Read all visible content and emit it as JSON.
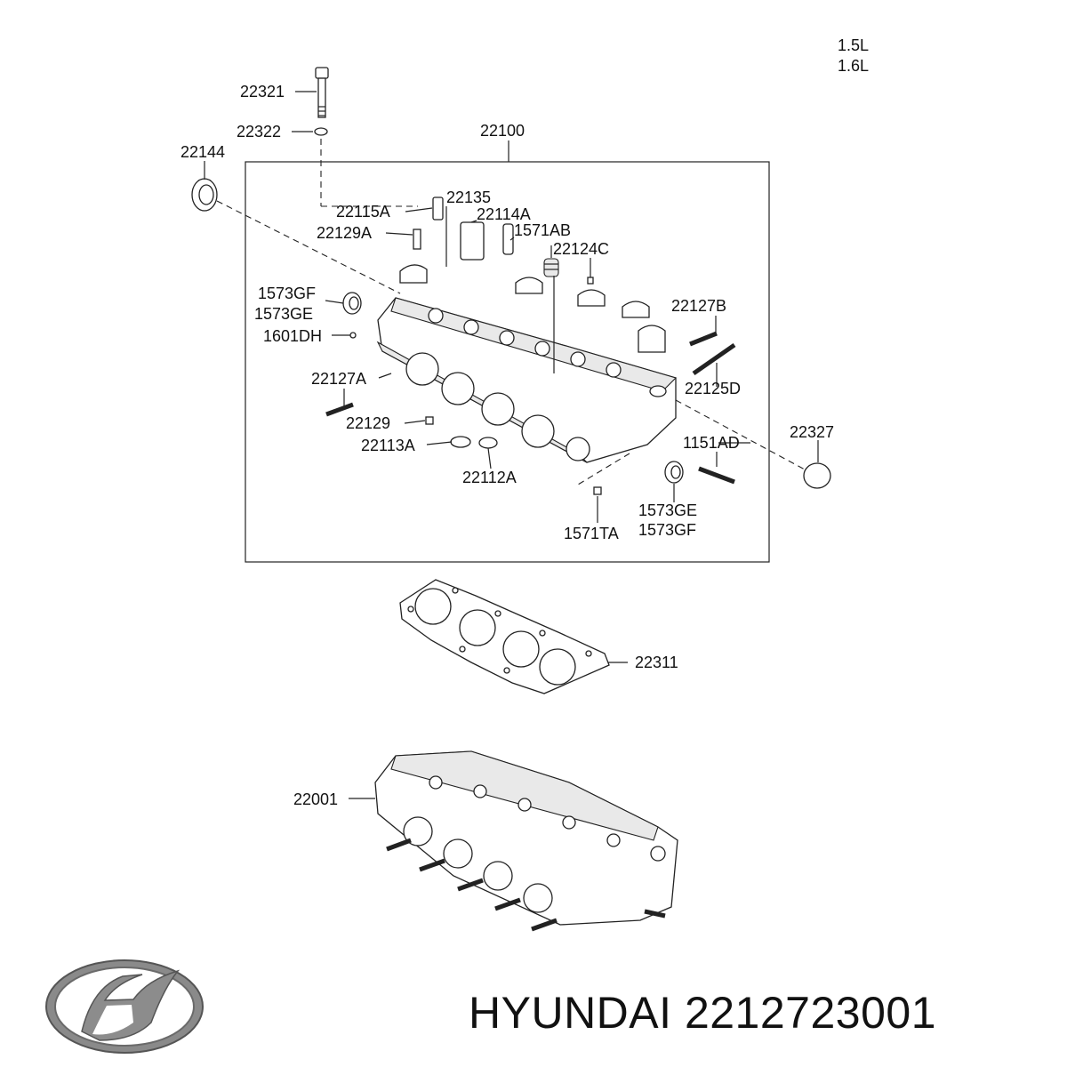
{
  "engine_sizes": [
    "1.5L",
    "1.6L"
  ],
  "brand": {
    "name": "HYUNDAI",
    "part_number": "2212723001",
    "logo_icon": "hyundai-logo-icon"
  },
  "callouts": {
    "c22321": "22321",
    "c22322": "22322",
    "c22100": "22100",
    "c22144": "22144",
    "c22115A": "22115A",
    "c22135": "22135",
    "c22114A": "22114A",
    "c22129A": "22129A",
    "c1571AB": "1571AB",
    "c22124C": "22124C",
    "c1573GF_a": "1573GF",
    "c1573GE_a": "1573GE",
    "c1601DH": "1601DH",
    "c22127B": "22127B",
    "c22127A": "22127A",
    "c22125D": "22125D",
    "c22129": "22129",
    "c22113A": "22113A",
    "c22327": "22327",
    "c1151AD": "1151AD",
    "c22112A": "22112A",
    "c1573GE_b": "1573GE",
    "c1573GF_b": "1573GF",
    "c1571TA": "1571TA",
    "c22311": "22311",
    "c22001": "22001"
  }
}
